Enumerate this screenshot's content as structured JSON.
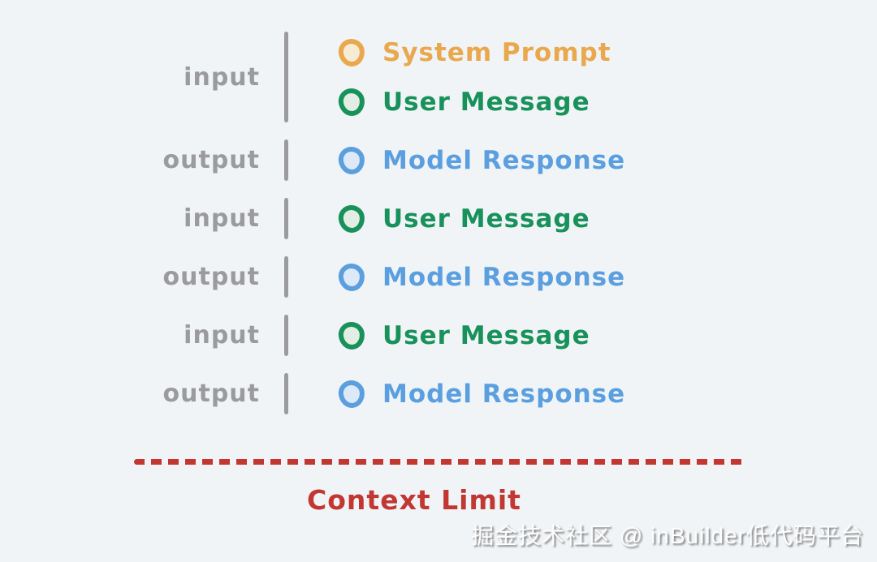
{
  "palette": {
    "background": "#f0f4f7",
    "orange": "#e9a84e",
    "green": "#18915a",
    "blue": "#5b9fdf",
    "gray": "#9b9b9d",
    "red": "#c23732"
  },
  "diagram": {
    "groups": [
      {
        "label": "input",
        "items": [
          {
            "text": "System Prompt",
            "color": "orange",
            "icon": "circle-ring-icon"
          },
          {
            "text": "User Message",
            "color": "green",
            "icon": "circle-ring-icon"
          }
        ]
      },
      {
        "label": "output",
        "items": [
          {
            "text": "Model Response",
            "color": "blue",
            "icon": "circle-ring-icon"
          }
        ]
      },
      {
        "label": "input",
        "items": [
          {
            "text": "User Message",
            "color": "green",
            "icon": "circle-ring-icon"
          }
        ]
      },
      {
        "label": "output",
        "items": [
          {
            "text": "Model Response",
            "color": "blue",
            "icon": "circle-ring-icon"
          }
        ]
      },
      {
        "label": "input",
        "items": [
          {
            "text": "User Message",
            "color": "green",
            "icon": "circle-ring-icon"
          }
        ]
      },
      {
        "label": "output",
        "items": [
          {
            "text": "Model Response",
            "color": "blue",
            "icon": "circle-ring-icon"
          }
        ]
      }
    ],
    "context_limit_label": "Context Limit"
  },
  "watermark": {
    "text": "掘金技术社区 @ inBuilder低代码平台"
  }
}
